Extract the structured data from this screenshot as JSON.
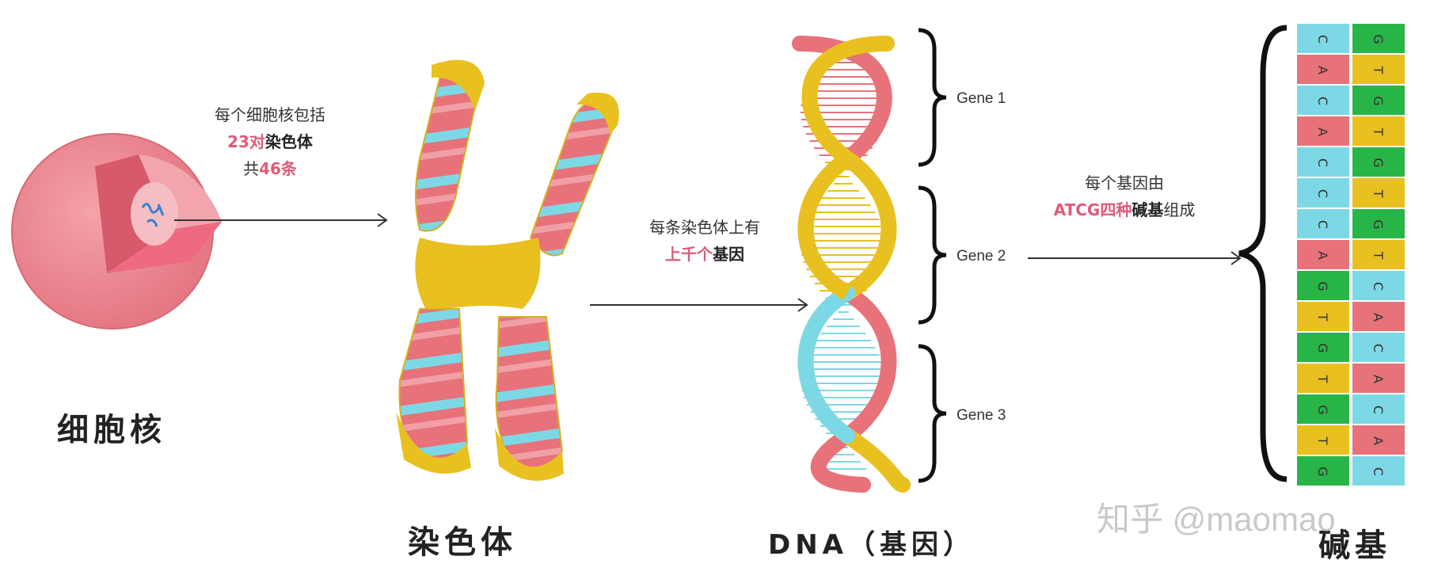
{
  "nucleus": {
    "caption": "细胞核",
    "annotation": {
      "line1": "每个细胞核包括",
      "line2_hl": "23对",
      "line2_rest": "染色体",
      "line3_pre": "共",
      "line3_hl": "46条"
    }
  },
  "chromosome": {
    "caption": "染色体",
    "annotation": {
      "line1": "每条染色体上有",
      "line2_hl": "上千个",
      "line2_rest": "基因"
    }
  },
  "dna": {
    "caption": "DNA（基因）",
    "genes": [
      "Gene 1",
      "Gene 2",
      "Gene 3"
    ],
    "annotation": {
      "line1": "每个基因由",
      "line2_hl": "ATCG四种",
      "line2_bold": "碱基",
      "line2_rest": "组成"
    }
  },
  "bases": {
    "caption": "碱基",
    "rows": [
      [
        "C",
        "G"
      ],
      [
        "A",
        "T"
      ],
      [
        "C",
        "G"
      ],
      [
        "A",
        "T"
      ],
      [
        "C",
        "G"
      ],
      [
        "C",
        "T"
      ],
      [
        "C",
        "G"
      ],
      [
        "A",
        "T"
      ],
      [
        "G",
        "C"
      ],
      [
        "T",
        "A"
      ],
      [
        "G",
        "C"
      ],
      [
        "T",
        "A"
      ],
      [
        "G",
        "C"
      ],
      [
        "T",
        "A"
      ],
      [
        "G",
        "C"
      ]
    ]
  },
  "watermark": "知乎 @maomao",
  "colors": {
    "pink": "#e8727a",
    "cyan": "#7dd8e6",
    "yellow": "#e8c020",
    "green": "#28b548",
    "highlight": "#e05a78"
  }
}
